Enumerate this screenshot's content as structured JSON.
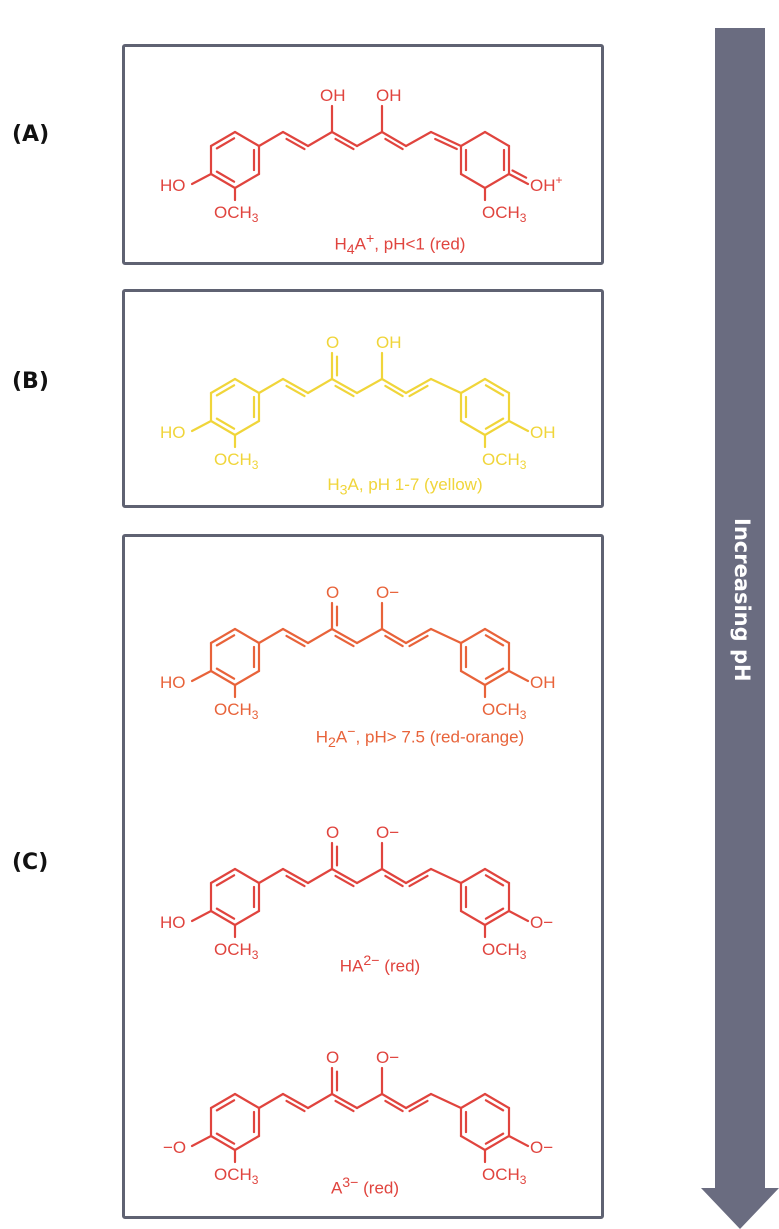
{
  "panels": {
    "A": {
      "label": "(A)",
      "caption_html": "H<sub>4</sub>A<sup>+</sup>, pH&lt;1 (red)",
      "color": "#e0443e",
      "top_labels": [
        "OH",
        "OH"
      ],
      "left_top": "HO",
      "left_bottom": "OCH3",
      "right_top": "OH+",
      "right_bottom": "OCH3"
    },
    "B": {
      "label": "(B)",
      "caption_html": "H<sub>3</sub>A, pH 1-7 (yellow)",
      "color": "#f0d53a",
      "top_labels": [
        "O",
        "OH"
      ],
      "left_top": "HO",
      "left_bottom": "OCH3",
      "right_top": "OH",
      "right_bottom": "OCH3"
    },
    "C": {
      "label": "(C)",
      "structures": [
        {
          "caption_html": "H<sub>2</sub>A<sup>&#8722;</sup>, pH&gt; 7.5 (red-orange)",
          "color": "#e8633a",
          "top_labels": [
            "O",
            "O−"
          ],
          "left_top": "HO",
          "left_bottom": "OCH3",
          "right_top": "OH",
          "right_bottom": "OCH3"
        },
        {
          "caption_html": "HA<sup>2&#8722;</sup> (red)",
          "color": "#e0443e",
          "top_labels": [
            "O",
            "O−"
          ],
          "left_top": "HO",
          "left_bottom": "OCH3",
          "right_top": "O−",
          "right_bottom": "OCH3"
        },
        {
          "caption_html": "A<sup>3&#8722;</sup> (red)",
          "color": "#e0443e",
          "top_labels": [
            "O",
            "O−"
          ],
          "left_top": "−O",
          "left_bottom": "OCH3",
          "right_top": "O−",
          "right_bottom": "OCH3"
        }
      ]
    }
  },
  "arrow": {
    "label": "Increasing pH",
    "color": "#6a6c80"
  }
}
